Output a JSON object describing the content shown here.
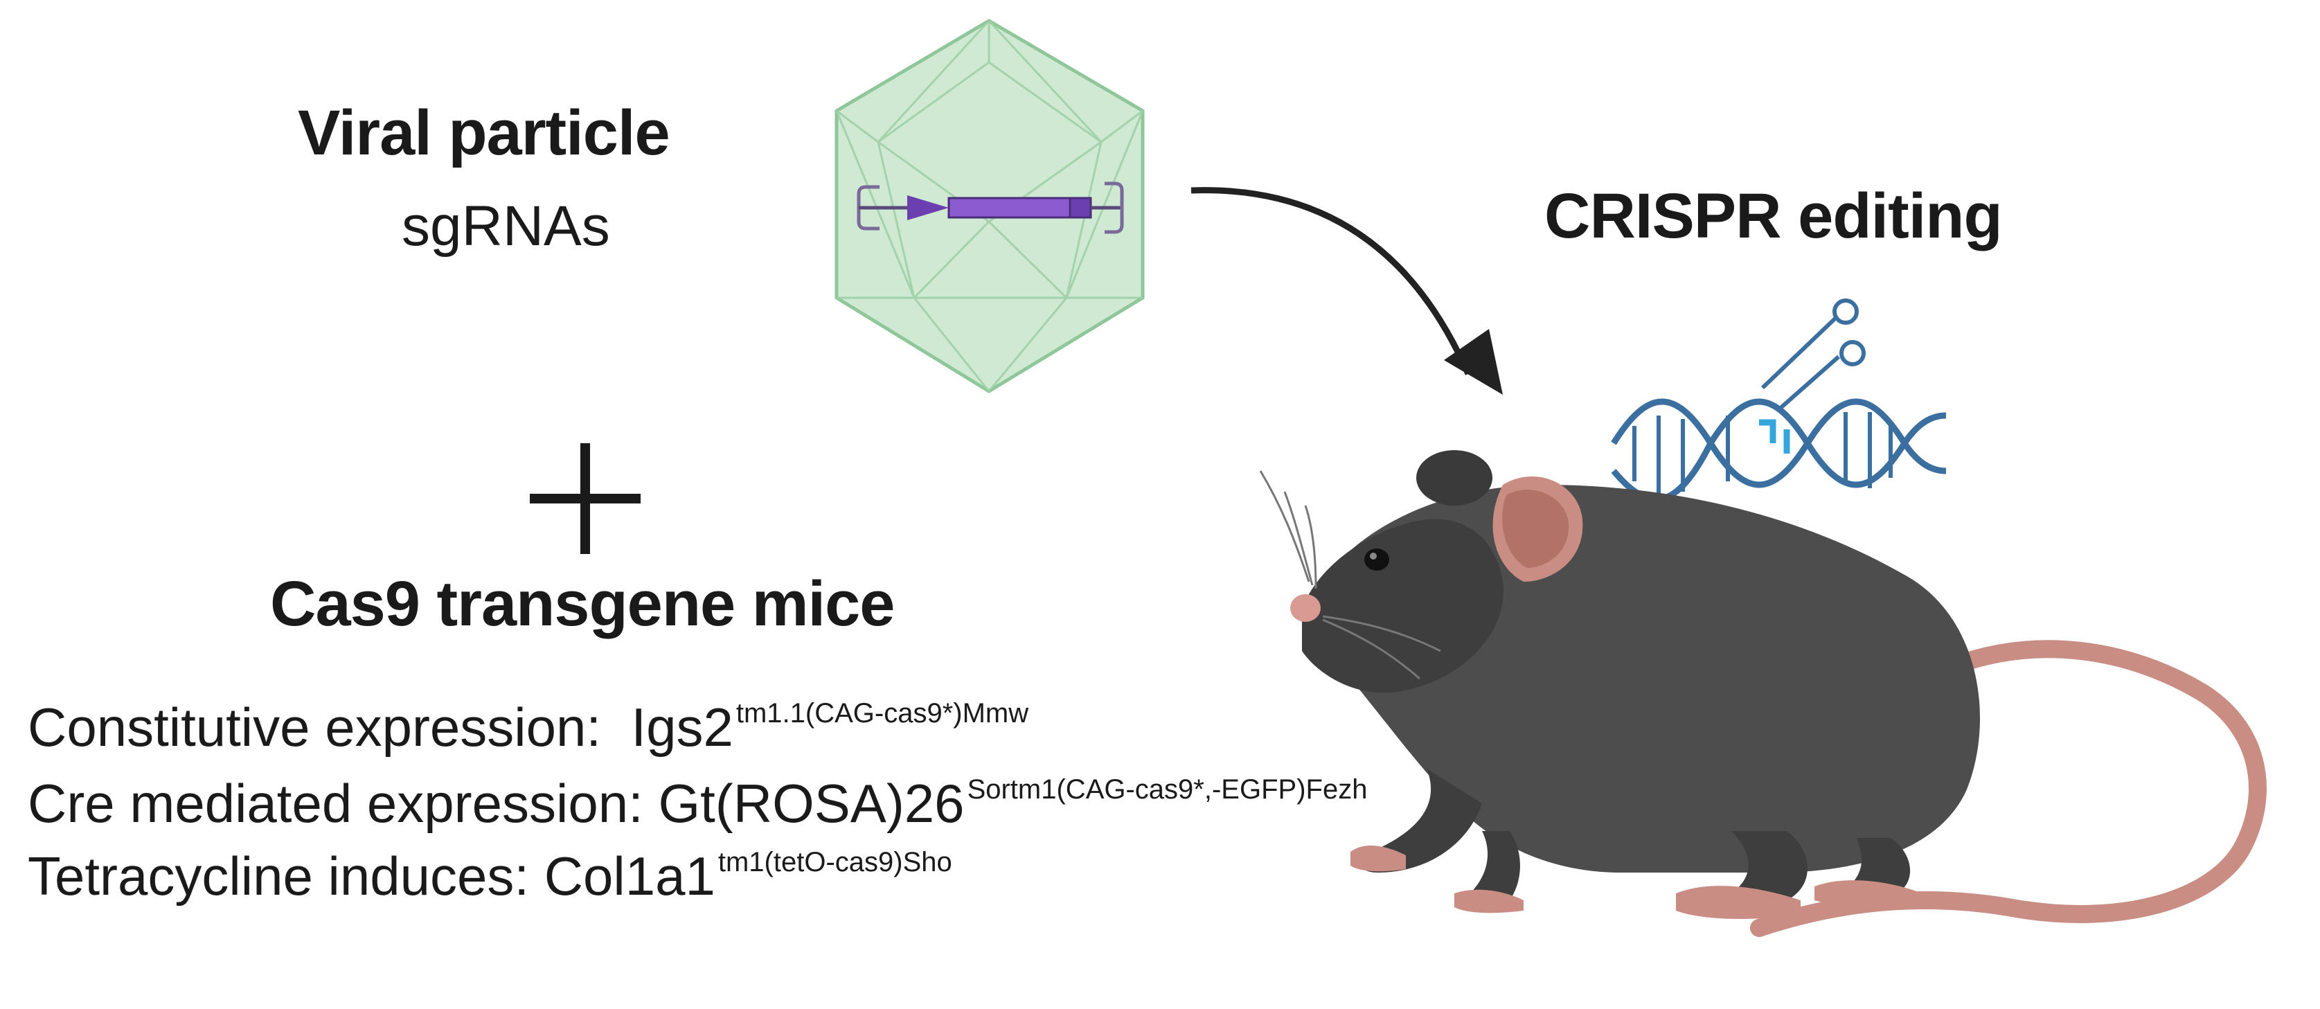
{
  "viral": {
    "title": "Viral particle",
    "subtitle": "sgRNAs"
  },
  "plus_sign": "+",
  "mice": {
    "title": "Cas9 transgene mice"
  },
  "expression": [
    {
      "label": "Constitutive expression:",
      "gene": "Igs2",
      "superscript": "tm1.1(CAG-cas9*)Mmw"
    },
    {
      "label": "Cre mediated expression:",
      "gene": "Gt(ROSA)26",
      "superscript": "Sortm1(CAG-cas9*,-EGFP)Fezh"
    },
    {
      "label": "Tetracycline induces:",
      "gene": "Col1a1",
      "superscript": "tm1(tetO-cas9)Sho"
    }
  ],
  "crispr": {
    "title": "CRISPR editing"
  },
  "colors": {
    "capsid_fill": "#cfe9d2",
    "capsid_stroke": "#8fc79a",
    "vector_purple": "#8c5bd0",
    "dna_blue": "#3b6fa0",
    "dna_cut": "#34a6dd",
    "mouse_body": "#4d4d4d",
    "mouse_pink": "#c98d83",
    "arrow": "#222222"
  },
  "icons": [
    "icosahedral-capsid-icon",
    "plasmid-vector-icon",
    "curved-arrow-icon",
    "scissors-icon",
    "dna-helix-icon",
    "mouse-illustration"
  ]
}
